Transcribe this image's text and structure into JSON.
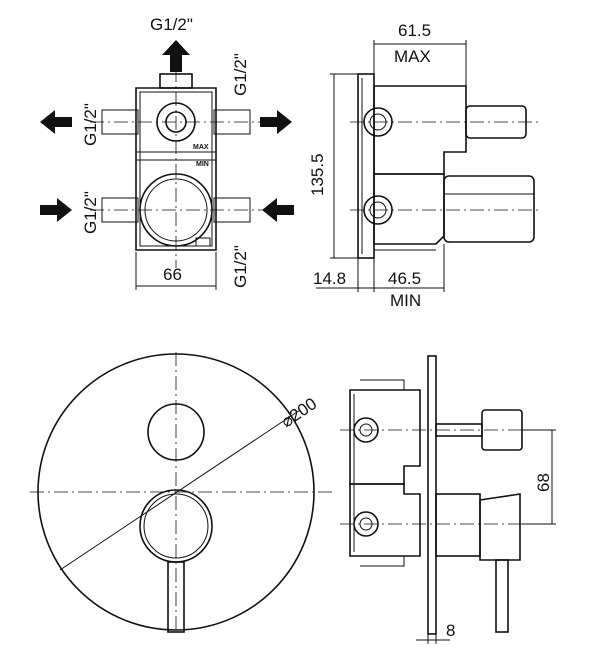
{
  "labels": {
    "top_port": "G1/2\"",
    "right_top_port": "G1/2\"",
    "left_top_port": "G1/2\"",
    "left_bottom_port": "G1/2\"",
    "right_bottom_port": "G1/2\"",
    "width": "66",
    "max_mark": "MAX",
    "min_mark": "MIN",
    "side_depth_max_value": "61.5",
    "side_depth_max_label": "MAX",
    "height": "135.5",
    "plate_offset": "14.8",
    "side_depth_min_value": "46.5",
    "side_depth_min_label": "MIN",
    "diameter": "⌀200",
    "spacing": "68",
    "plate_thickness": "8"
  },
  "colors": {
    "line": "#111111",
    "background": "#ffffff"
  },
  "icons": [
    "arrow-up-icon",
    "arrow-left-icon",
    "arrow-right-icon"
  ]
}
